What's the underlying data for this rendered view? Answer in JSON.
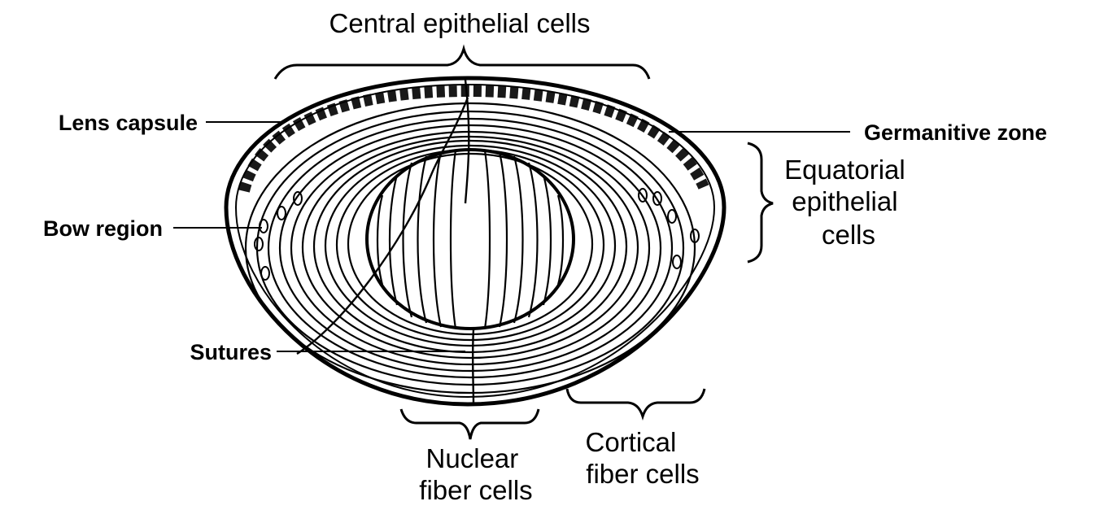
{
  "labels": {
    "central_epithelial": "Central  epithelial  cells",
    "lens_capsule": "Lens capsule",
    "germinative_zone": "Germanitive zone",
    "equatorial_1": "Equatorial",
    "equatorial_2": "epithelial",
    "equatorial_3": "cells",
    "bow_region": "Bow region",
    "sutures": "Sutures",
    "nuclear_1": "Nuclear",
    "nuclear_2": "fiber  cells",
    "cortical_1": "Cortical",
    "cortical_2": "fiber  cells"
  },
  "colors": {
    "ink": "#000000",
    "background": "#ffffff"
  }
}
